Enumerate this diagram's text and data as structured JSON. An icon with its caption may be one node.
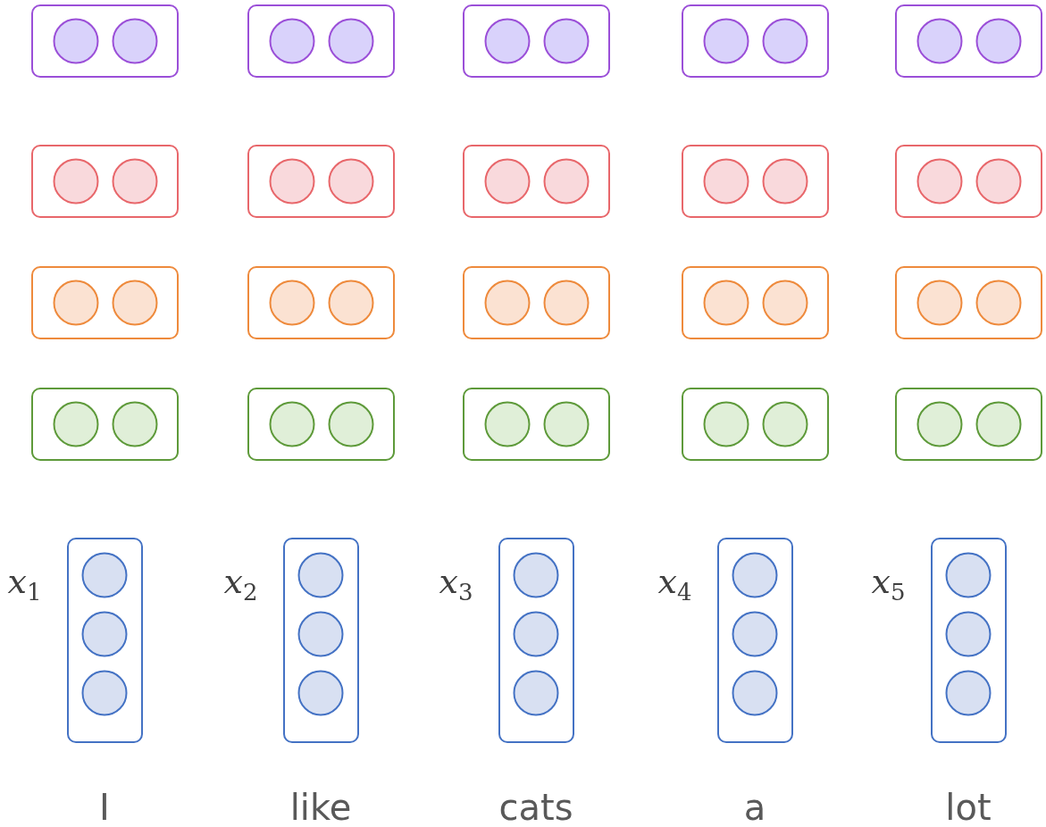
{
  "diagram": {
    "nodes": [
      {
        "text": [],
        "shape": "box"
      },
      {
        "text": [],
        "shape": "circle",
        "in": 0
      },
      {
        "text": [],
        "shape": "circle",
        "in": 0
      },
      {
        "text": [],
        "shape": "box"
      },
      {
        "text": [],
        "shape": "circle",
        "in": 3
      },
      {
        "text": [],
        "shape": "circle",
        "in": 3
      },
      {
        "text": [],
        "shape": "box"
      },
      {
        "text": [],
        "shape": "circle",
        "in": 6
      },
      {
        "text": [],
        "shape": "circle",
        "in": 6
      },
      {
        "text": [],
        "shape": "box"
      },
      {
        "text": [],
        "shape": "circle",
        "in": 9
      },
      {
        "text": [],
        "shape": "circle",
        "in": 9
      },
      {
        "text": [],
        "shape": "box"
      },
      {
        "text": [],
        "shape": "circle",
        "in": 12
      },
      {
        "text": [],
        "shape": "circle",
        "in": 12
      },
      {
        "text": [],
        "shape": "box"
      },
      {
        "text": [],
        "shape": "circle",
        "in": 15
      },
      {
        "text": [],
        "shape": "circle",
        "in": 15
      },
      {
        "text": [],
        "shape": "box"
      },
      {
        "text": [],
        "shape": "circle",
        "in": 18
      },
      {
        "text": [],
        "shape": "circle",
        "in": 18
      },
      {
        "text": [],
        "shape": "box"
      },
      {
        "text": [],
        "shape": "circle",
        "in": 21
      },
      {
        "text": [],
        "shape": "circle",
        "in": 21
      },
      {
        "text": [],
        "shape": "box"
      },
      {
        "text": [],
        "shape": "circle",
        "in": 24
      },
      {
        "text": [],
        "shape": "circle",
        "in": 24
      },
      {
        "text": [],
        "shape": "box"
      },
      {
        "text": [],
        "shape": "circle",
        "in": 27
      },
      {
        "text": [],
        "shape": "circle",
        "in": 27
      },
      {
        "text": [],
        "shape": "box"
      },
      {
        "text": [],
        "shape": "circle",
        "in": 30
      },
      {
        "text": [],
        "shape": "circle",
        "in": 30
      },
      {
        "text": [],
        "shape": "box"
      },
      {
        "text": [],
        "shape": "circle",
        "in": 33
      },
      {
        "text": [],
        "shape": "circle",
        "in": 33
      },
      {
        "text": [],
        "shape": "box"
      },
      {
        "text": [],
        "shape": "circle",
        "in": 36
      },
      {
        "text": [],
        "shape": "circle",
        "in": 36
      },
      {
        "text": [],
        "shape": "box"
      },
      {
        "text": [],
        "shape": "circle",
        "in": 39
      },
      {
        "text": [],
        "shape": "circle",
        "in": 39
      },
      {
        "text": [],
        "shape": "box"
      },
      {
        "text": [],
        "shape": "circle",
        "in": 42
      },
      {
        "text": [],
        "shape": "circle",
        "in": 42
      },
      {
        "text": [],
        "shape": "box"
      },
      {
        "text": [],
        "shape": "circle",
        "in": 45
      },
      {
        "text": [],
        "shape": "circle",
        "in": 45
      },
      {
        "text": [],
        "shape": "box"
      },
      {
        "text": [],
        "shape": "circle",
        "in": 48
      },
      {
        "text": [],
        "shape": "circle",
        "in": 48
      },
      {
        "text": [],
        "shape": "box"
      },
      {
        "text": [],
        "shape": "circle",
        "in": 51
      },
      {
        "text": [],
        "shape": "circle",
        "in": 51
      },
      {
        "text": [],
        "shape": "box"
      },
      {
        "text": [],
        "shape": "circle",
        "in": 54
      },
      {
        "text": [],
        "shape": "circle",
        "in": 54
      },
      {
        "text": [],
        "shape": "box"
      },
      {
        "text": [],
        "shape": "circle",
        "in": 57
      },
      {
        "text": [],
        "shape": "circle",
        "in": 57
      },
      {
        "text": [],
        "shape": "box",
        "beside": [
          "*x*$_{1}$"
        ]
      },
      {
        "text": [],
        "shape": "circle",
        "in": 60
      },
      {
        "text": [],
        "shape": "circle",
        "in": 60
      },
      {
        "text": [],
        "shape": "circle",
        "in": 60
      },
      {
        "text": [],
        "shape": "box",
        "beside": [
          "*x*$_{2}$"
        ]
      },
      {
        "text": [],
        "shape": "circle",
        "in": 64
      },
      {
        "text": [],
        "shape": "circle",
        "in": 64
      },
      {
        "text": [],
        "shape": "circle",
        "in": 64
      },
      {
        "text": [],
        "shape": "box",
        "beside": [
          "*x*$_{3}$"
        ]
      },
      {
        "text": [],
        "shape": "circle",
        "in": 68
      },
      {
        "text": [],
        "shape": "circle",
        "in": 68
      },
      {
        "text": [],
        "shape": "circle",
        "in": 68
      },
      {
        "text": [],
        "shape": "box",
        "beside": [
          "*x*$_{4}$"
        ]
      },
      {
        "text": [],
        "shape": "circle",
        "in": 72
      },
      {
        "text": [],
        "shape": "circle",
        "in": 72
      },
      {
        "text": [],
        "shape": "circle",
        "in": 72
      },
      {
        "text": [],
        "shape": "box",
        "beside": [
          "*x*$_{5}$"
        ]
      },
      {
        "text": [],
        "shape": "circle",
        "in": 76
      },
      {
        "text": [],
        "shape": "circle",
        "in": 76
      },
      {
        "text": [],
        "shape": "circle",
        "in": 76
      }
    ],
    "labels": [
      "I",
      "like",
      "cats",
      "a",
      "lot"
    ]
  }
}
